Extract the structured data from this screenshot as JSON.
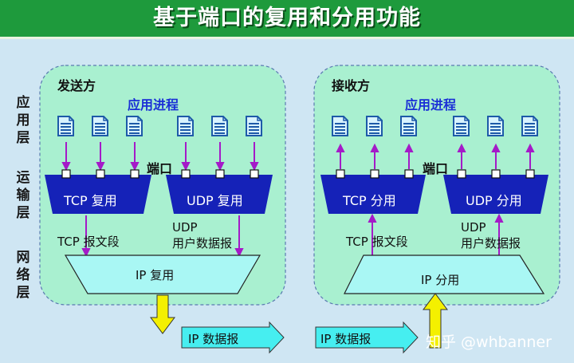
{
  "title": "基于端口的复用和分用功能",
  "layers": {
    "application": "应用层",
    "transport": "运输层",
    "network": "网络层"
  },
  "sender": {
    "heading": "发送方",
    "app_process": "应用进程",
    "port": "端口",
    "tcp_box": "TCP  复用",
    "udp_box": "UDP  复用",
    "tcp_segment": "TCP  报文段",
    "udp_top": "UDP",
    "udp_bottom": "用户数据报",
    "ip_box": "IP  复用"
  },
  "receiver": {
    "heading": "接收方",
    "app_process": "应用进程",
    "port": "端口",
    "tcp_box": "TCP  分用",
    "udp_box": "UDP  分用",
    "tcp_segment": "TCP  报文段",
    "udp_top": "UDP",
    "udp_bottom": "用户数据报",
    "ip_box": "IP  分用"
  },
  "datagram_left": "IP  数据报",
  "datagram_right": "IP  数据报",
  "watermark": "知乎 @whbanner",
  "colors": {
    "title_bg": "#1e9a3c",
    "panel": "#a9f0d0",
    "funnel": "#1522b8",
    "ip_box": "#a9f7f4",
    "arrow_purple": "#a41ac8",
    "arrow_yellow": "#f4f000",
    "datagram": "#46eef0"
  }
}
